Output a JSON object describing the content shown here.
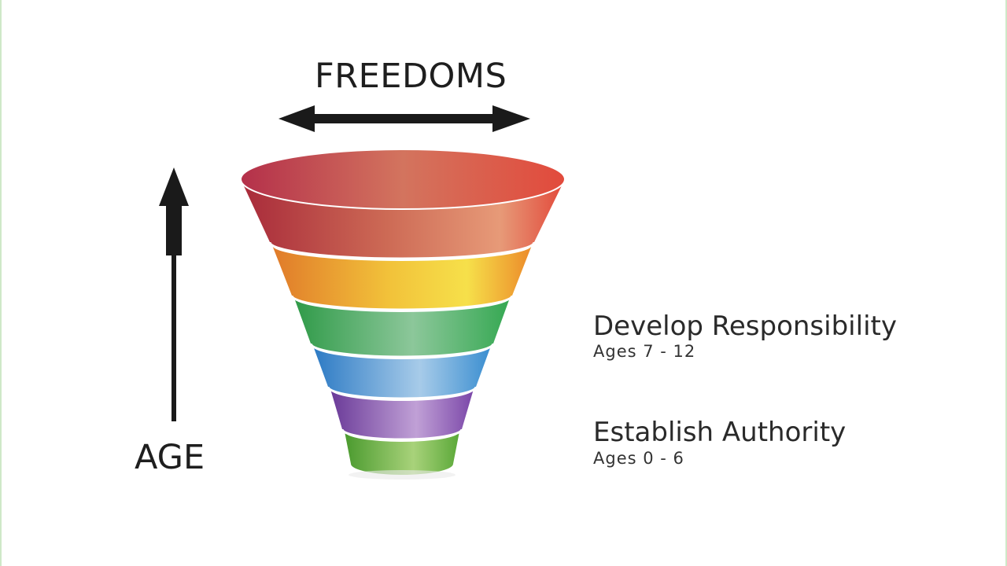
{
  "diagram": {
    "horizontal_axis_label": "FREEDOMS",
    "vertical_axis_label": "AGE",
    "funnel_band_colors": [
      "#d9443a",
      "#f0b52a",
      "#4cb45a",
      "#3a94d2",
      "#8a56b0",
      "#6ab33e"
    ],
    "stages": [
      {
        "title": "Develop Responsibility",
        "subtitle": "Ages 7 - 12"
      },
      {
        "title": "Establish Authority",
        "subtitle": "Ages 0 - 6"
      }
    ]
  }
}
